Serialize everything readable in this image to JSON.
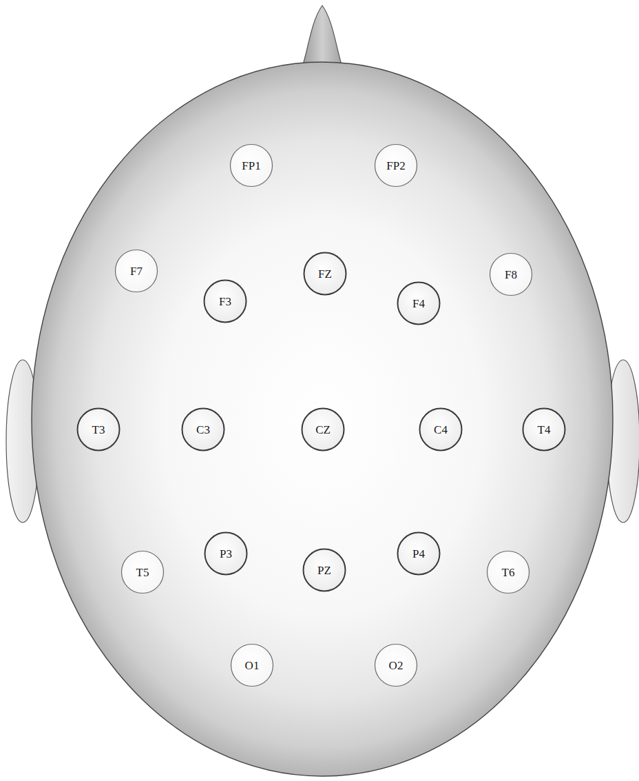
{
  "diagram": {
    "nodes": [
      {
        "text": [
          "FP1"
        ]
      },
      {
        "text": [
          "FP2"
        ]
      },
      {
        "text": [
          "F7"
        ]
      },
      {
        "text": [
          "FZ"
        ]
      },
      {
        "text": [
          "F8"
        ]
      },
      {
        "text": [
          "F3"
        ]
      },
      {
        "text": [
          "F4"
        ]
      },
      {
        "text": [
          "T3"
        ]
      },
      {
        "text": [
          "C3"
        ]
      },
      {
        "text": [
          "CZ"
        ]
      },
      {
        "text": [
          "C4"
        ]
      },
      {
        "text": [
          "T4"
        ]
      },
      {
        "text": [
          "T5"
        ]
      },
      {
        "text": [
          "P3"
        ]
      },
      {
        "text": [
          "PZ"
        ]
      },
      {
        "text": [
          "P4"
        ]
      },
      {
        "text": [
          "T6"
        ]
      },
      {
        "text": [
          "O1"
        ]
      },
      {
        "text": [
          "O2"
        ]
      }
    ]
  }
}
